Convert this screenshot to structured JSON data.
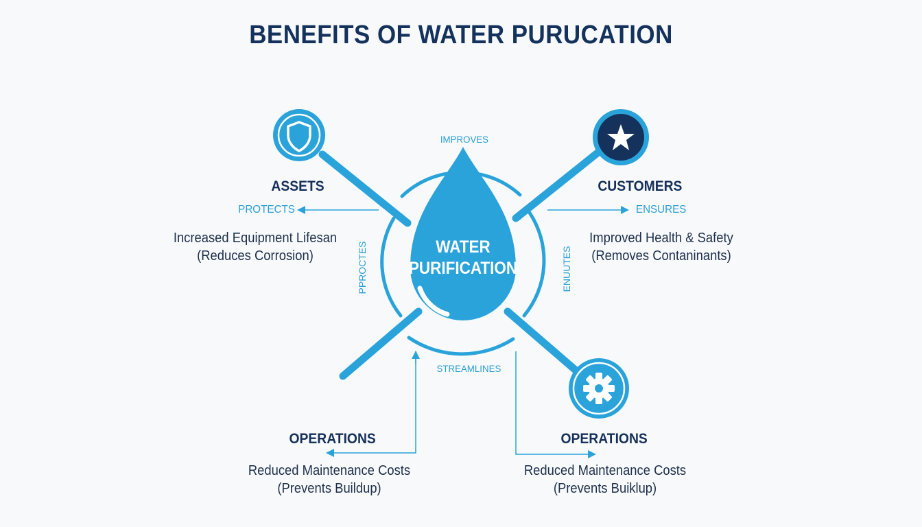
{
  "title": "BENEFITS OF WATER PURUCATION",
  "center": {
    "line1": "WATER",
    "line2": "PURIFICATION"
  },
  "top_label": "IMPROVES",
  "bottom_label": "STREAMLINES",
  "left_vertical": "PPROCTES",
  "right_vertical": "ENUUTES",
  "assets": {
    "heading": "ASSETS",
    "verb": "PROTECTS",
    "desc_line1": "Increased Equipment Lifesan",
    "desc_line2": "(Reduces Corrosion)",
    "icon": "shield-icon"
  },
  "customers": {
    "heading": "CUSTOMERS",
    "verb": "ENSURES",
    "desc_line1": "Improved Health & Safety",
    "desc_line2": "(Removes Contaninants)",
    "icon": "star-icon"
  },
  "operations_left": {
    "heading": "OPERATIONS",
    "desc_line1": "Reduced Maintenance Costs",
    "desc_line2": "(Prevents Buildup)"
  },
  "operations_right": {
    "heading": "OPERATIONS",
    "desc_line1": "Reduced Maintenance Costs",
    "desc_line2": "(Prevents Buiklup)",
    "icon": "gear-icon"
  },
  "colors": {
    "primary": "#2aa3db",
    "dark": "#14325c",
    "background": "#f7f9fb"
  }
}
